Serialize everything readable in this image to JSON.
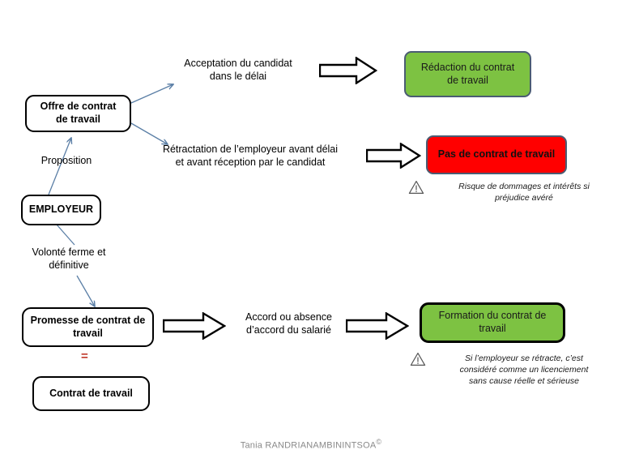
{
  "diagram": {
    "nodes": {
      "employeur": {
        "label": "EMPLOYEUR"
      },
      "offre": {
        "line1": "Offre de contrat",
        "line2": "de travail"
      },
      "promesse": {
        "line1": "Promesse de contrat de",
        "line2": "travail"
      },
      "contrat": {
        "label": "Contrat de travail"
      },
      "redaction": {
        "line1": "Rédaction du contrat",
        "line2": "de travail"
      },
      "pas_de_contrat": {
        "label": "Pas de contrat de travail"
      },
      "formation": {
        "line1": "Formation du contrat de",
        "line2": "travail"
      }
    },
    "edge_labels": {
      "proposition": "Proposition",
      "volonte": {
        "line1": "Volonté ferme et",
        "line2": "définitive"
      },
      "acceptation": {
        "line1": "Acceptation du candidat",
        "line2": "dans le délai"
      },
      "retractation": {
        "line1": "Rétractation de l’employeur avant  délai",
        "line2": "et avant réception par le candidat"
      },
      "accord": {
        "line1": "Accord ou absence",
        "line2": "d’accord du salarié"
      }
    },
    "equals_symbol": "=",
    "notes": {
      "risque": {
        "line1": "Risque de dommages et intérêts si",
        "line2": "préjudice avéré"
      },
      "licenciement": {
        "line1": "Si l’employeur se rétracte, c’est",
        "line2": "considéré comme un licenciement",
        "line3": "sans cause réelle et sérieuse"
      }
    },
    "icons": {
      "warning": "warning-triangle-icon",
      "block_arrow": "block-arrow-right-icon",
      "connector_arrow": "connector-arrow-icon"
    },
    "colors": {
      "green_fill": "#7DC242",
      "red_fill": "#FF0000",
      "box_border_dark": "#000000",
      "box_border_slate": "#4A5C73",
      "connector_blue": "#5B7FA6",
      "equals_red": "#C0392B",
      "footer_gray": "#8a8a8a",
      "page_background": "#FFFFFF"
    }
  },
  "footer": {
    "author": "Tania RANDRIANAMBININTSOA",
    "copyright": "©"
  }
}
